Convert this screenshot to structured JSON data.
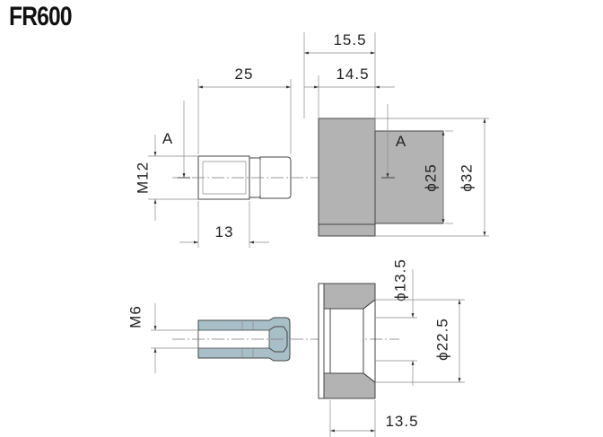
{
  "title": "FR600",
  "dimensions": {
    "top_part": {
      "length_25": "25",
      "thread_m12": "M12",
      "length_13": "13",
      "section_a_left": "A",
      "section_a_right": "A",
      "width_15_5": "15.5",
      "width_14_5": "14.5",
      "dia_25": "ϕ25",
      "dia_32": "ϕ32"
    },
    "bottom_part": {
      "thread_m6": "M6",
      "dia_13_5": "ϕ13.5",
      "dia_22_5": "ϕ22.5",
      "width_13_5": "13.5"
    }
  },
  "colors": {
    "body_fill": "#b3b3b3",
    "bolt_fill": "#ffffff",
    "insert_fill": "#a9bfc8"
  }
}
